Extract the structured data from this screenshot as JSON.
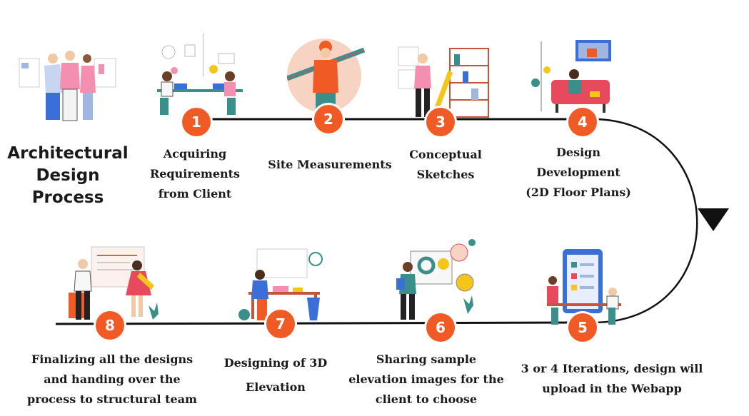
{
  "title": {
    "line1": "Architectural",
    "line2": "Design Process"
  },
  "colors": {
    "accent": "#f05a24",
    "line": "#111111",
    "pink": "#f48fb1",
    "teal": "#3a8f8a",
    "blue": "#3b6fd8",
    "gold": "#f5c518"
  },
  "steps": [
    {
      "number": "1",
      "lines": [
        "Acquiring",
        "Requirements",
        "from Client"
      ]
    },
    {
      "number": "2",
      "lines": [
        "Site Measurements"
      ]
    },
    {
      "number": "3",
      "lines": [
        "Conceptual",
        "Sketches"
      ]
    },
    {
      "number": "4",
      "lines": [
        "Design",
        "Development",
        "(2D Floor Plans)"
      ]
    },
    {
      "number": "5",
      "lines": [
        "3 or 4 Iterations, design will",
        "upload in the Webapp"
      ]
    },
    {
      "number": "6",
      "lines": [
        "Sharing sample",
        "elevation images for the",
        "client to choose"
      ]
    },
    {
      "number": "7",
      "lines": [
        "Designing of 3D",
        "Elevation"
      ]
    },
    {
      "number": "8",
      "lines": [
        "Finalizing all the designs",
        "and handing over the",
        "process to structural team"
      ]
    }
  ]
}
